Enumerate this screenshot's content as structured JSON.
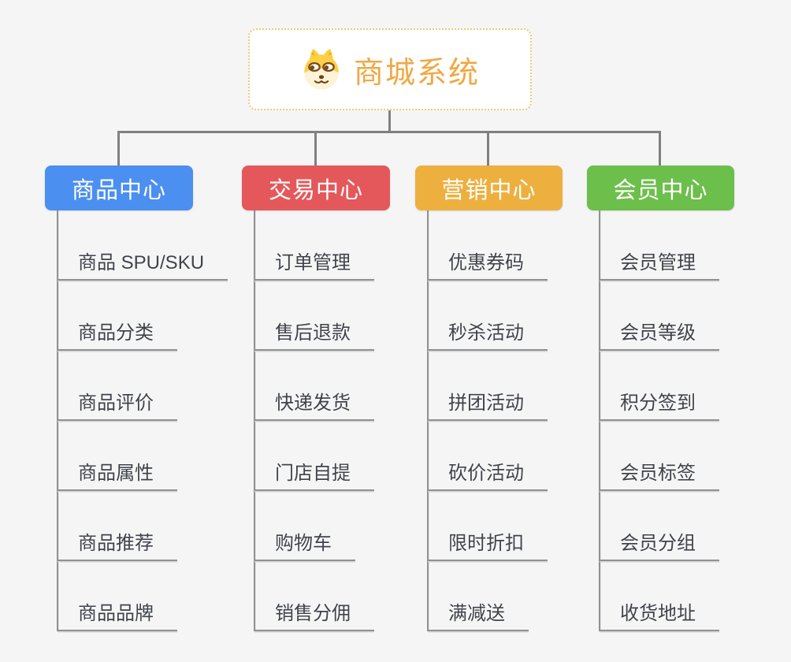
{
  "diagram": {
    "root": {
      "title": "商城系统",
      "icon": "dog-face"
    },
    "branches": [
      {
        "label": "商品中心",
        "color": "#4b8ff0",
        "children": [
          "商品 SPU/SKU",
          "商品分类",
          "商品评价",
          "商品属性",
          "商品推荐",
          "商品品牌"
        ]
      },
      {
        "label": "交易中心",
        "color": "#e4585b",
        "children": [
          "订单管理",
          "售后退款",
          "快递发货",
          "门店自提",
          "购物车",
          "销售分佣"
        ]
      },
      {
        "label": "营销中心",
        "color": "#edb03f",
        "children": [
          "优惠券码",
          "秒杀活动",
          "拼团活动",
          "砍价活动",
          "限时折扣",
          "满减送"
        ]
      },
      {
        "label": "会员中心",
        "color": "#6dbf4b",
        "children": [
          "会员管理",
          "会员等级",
          "积分签到",
          "会员标签",
          "会员分组",
          "收货地址"
        ]
      }
    ],
    "colors": {
      "title_text": "#f0a843",
      "root_border": "#f4c577",
      "connector": "#7f8082",
      "underline": "#8f9193",
      "child_text": "#3f434a",
      "background": "#f5f5f6"
    }
  }
}
